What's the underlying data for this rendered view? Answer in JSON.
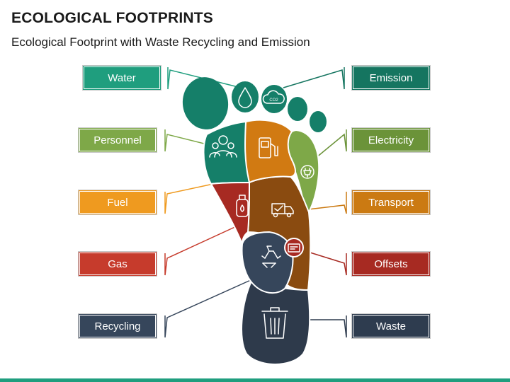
{
  "title": "ECOLOGICAL FOOTPRINTS",
  "subtitle": "Ecological Footprint with Waste Recycling and Emission",
  "left_labels": [
    {
      "text": "Water",
      "color": "#1f9e7e"
    },
    {
      "text": "Personnel",
      "color": "#7ea848"
    },
    {
      "text": "Fuel",
      "color": "#ef9a1f"
    },
    {
      "text": "Gas",
      "color": "#c63b2c"
    },
    {
      "text": "Recycling",
      "color": "#36465b"
    }
  ],
  "right_labels": [
    {
      "text": "Emission",
      "color": "#157560"
    },
    {
      "text": "Electricity",
      "color": "#6b9339"
    },
    {
      "text": "Transport",
      "color": "#cb7a12"
    },
    {
      "text": "Offsets",
      "color": "#a72a22"
    },
    {
      "text": "Waste",
      "color": "#2e3c4f"
    }
  ],
  "icons": [
    "water-drop-icon",
    "co2-cloud-icon",
    "people-icon",
    "fuel-pump-icon",
    "plug-icon",
    "gas-cylinder-icon",
    "delivery-truck-icon",
    "recycle-icon",
    "offset-card-icon",
    "trash-bin-icon"
  ],
  "co2_text": "CO2",
  "accent_bar_color": "#1f9e7e"
}
